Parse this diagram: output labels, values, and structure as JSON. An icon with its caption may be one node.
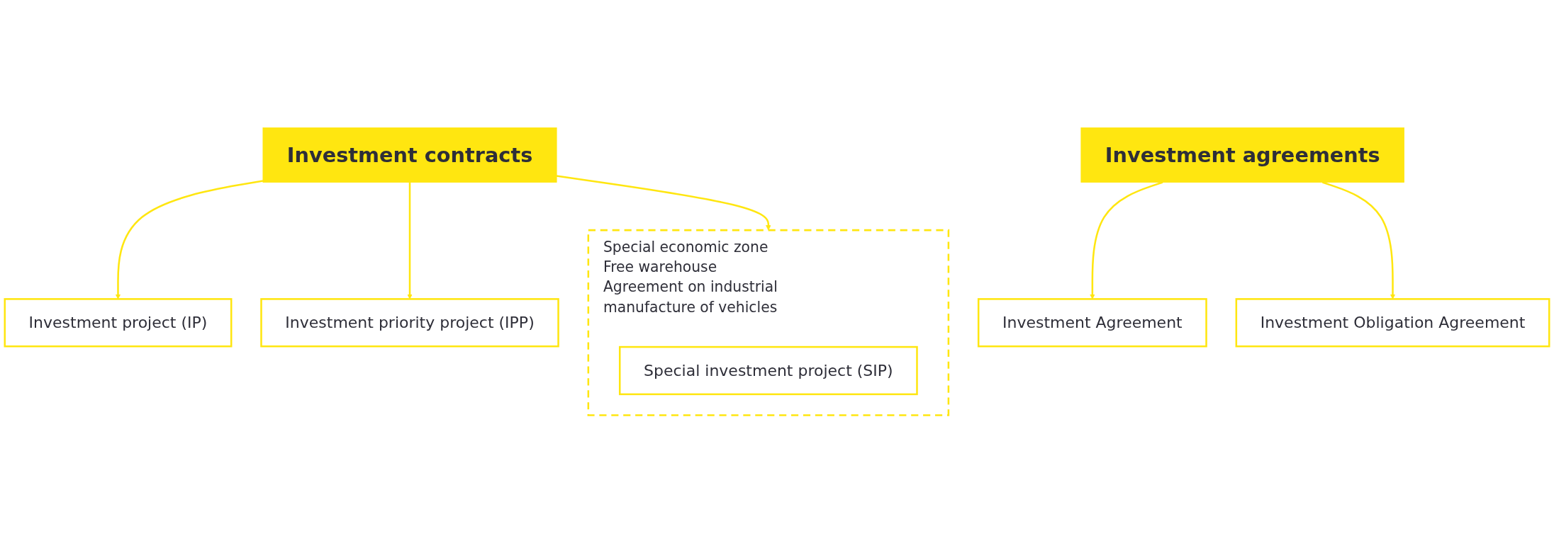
{
  "diagram": {
    "nodes": [
      {
        "text": [
          "Investment contracts"
        ]
      },
      {
        "text": [
          "Investment project (IP)"
        ]
      },
      {
        "text": [
          "Investment priority project (IPP)"
        ]
      },
      {
        "text": [
          "Special economic zone",
          "Free warehouse",
          "Agreement on industrial manufacture of vehicles"
        ]
      },
      {
        "text": [
          "Special investment project (SIP)"
        ],
        "in": 3
      },
      {
        "text": [
          "Investment agreements"
        ]
      },
      {
        "text": [
          "Investment Agreement"
        ]
      },
      {
        "text": [
          "Investment Obligation Agreement"
        ]
      }
    ],
    "edges": [
      {
        "from": 0,
        "to": 1,
        "arrow": "to"
      },
      {
        "from": 0,
        "to": 2,
        "arrow": "to"
      },
      {
        "from": 0,
        "to": 3,
        "arrow": "to"
      },
      {
        "from": 5,
        "to": 6,
        "arrow": "to"
      },
      {
        "from": 5,
        "to": 7,
        "arrow": "to"
      }
    ]
  }
}
